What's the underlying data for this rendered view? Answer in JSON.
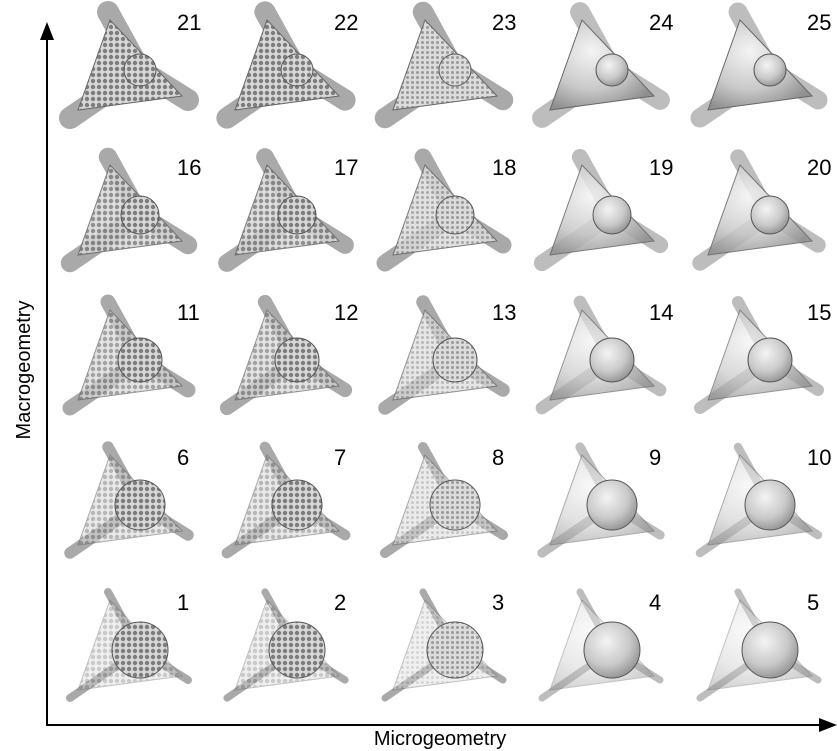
{
  "figure": {
    "ylabel": "Macrogeometry",
    "xlabel": "Microgeometry",
    "rows": [
      [
        "21",
        "22",
        "23",
        "24",
        "25"
      ],
      [
        "16",
        "17",
        "18",
        "19",
        "20"
      ],
      [
        "11",
        "12",
        "13",
        "14",
        "15"
      ],
      [
        "6",
        "7",
        "8",
        "9",
        "10"
      ],
      [
        "1",
        "2",
        "3",
        "4",
        "5"
      ]
    ],
    "colors": {
      "fill_light": "#e4e4e4",
      "fill_mid": "#b8b8b8",
      "bump": "#8a8a8a",
      "outline": "#4a4a4a"
    }
  }
}
